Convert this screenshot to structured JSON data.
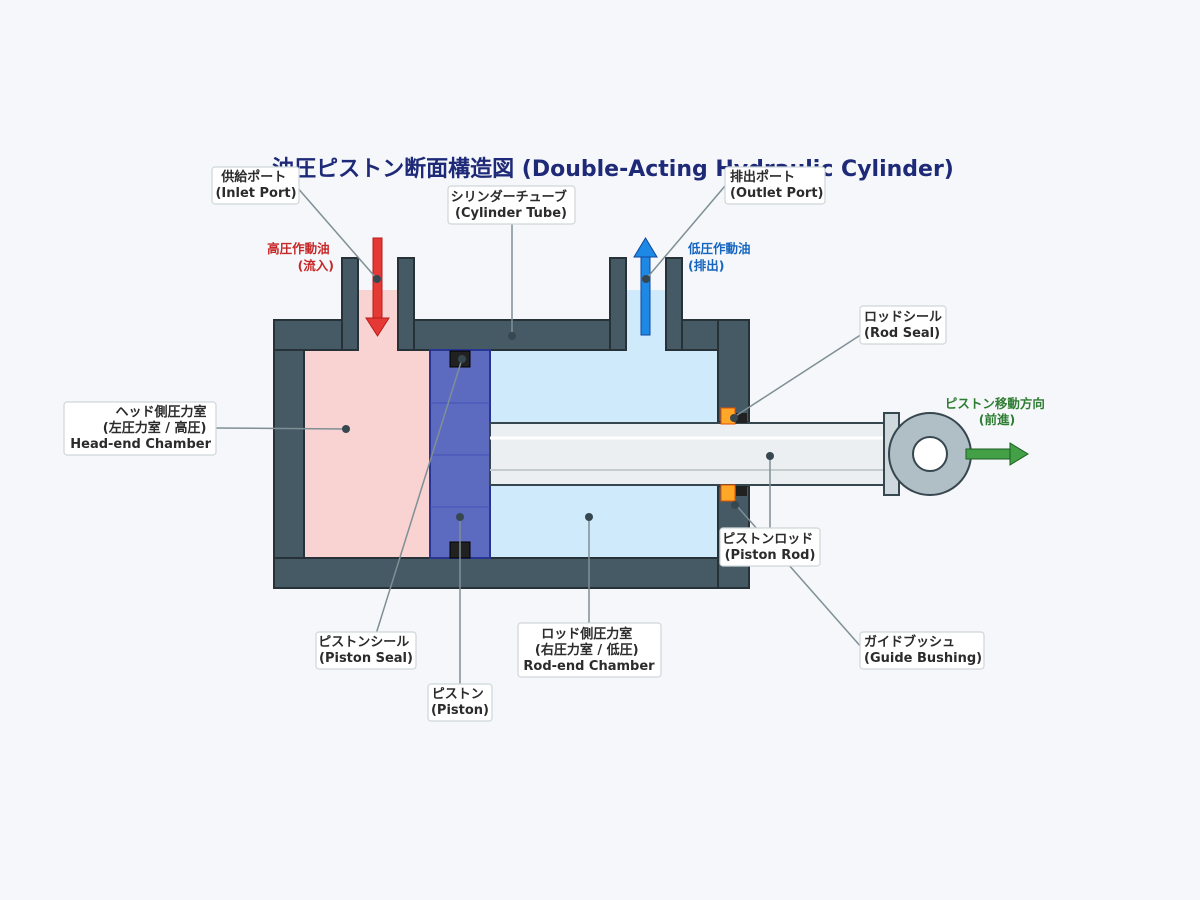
{
  "title": "油圧ピストン断面構造図 (Double-Acting Hydraulic Cylinder)",
  "labels": {
    "inlet_port": [
      "供給ポート",
      "(Inlet Port)"
    ],
    "cylinder_tube": [
      "シリンダーチューブ",
      "(Cylinder Tube)"
    ],
    "outlet_port": [
      "排出ポート",
      "(Outlet Port)"
    ],
    "rod_seal": [
      "ロッドシール",
      "(Rod Seal)"
    ],
    "head_chamber": [
      "ヘッド側圧力室",
      "(左圧力室 / 高圧)",
      "Head-end Chamber"
    ],
    "piston_rod": [
      "ピストンロッド",
      "(Piston Rod)"
    ],
    "piston_seal": [
      "ピストンシール",
      "(Piston Seal)"
    ],
    "rod_chamber": [
      "ロッド側圧力室",
      "(右圧力室 / 低圧)",
      "Rod-end Chamber"
    ],
    "guide_bushing": [
      "ガイドブッシュ",
      "(Guide Bushing)"
    ],
    "piston": [
      "ピストン",
      "(Piston)"
    ]
  },
  "flow": {
    "high_pressure": [
      "高圧作動油",
      "(流入)"
    ],
    "low_pressure": [
      "低圧作動油",
      "(排出)"
    ],
    "motion": [
      "ピストン移動方向",
      "(前進)"
    ]
  },
  "colors": {
    "high": "#e53935",
    "low": "#1e88e5",
    "motion": "#43a047",
    "title": "#1e2a78"
  }
}
